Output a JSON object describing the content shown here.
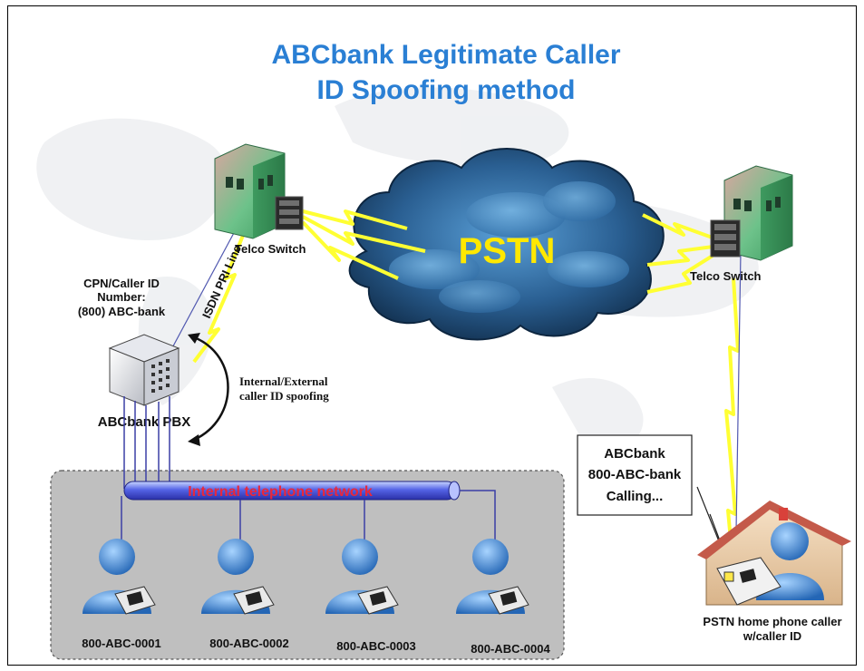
{
  "title_line1": "ABCbank Legitimate Caller",
  "title_line2": "ID Spoofing method",
  "cloud_label": "PSTN",
  "telco_left_label": "Telco Switch",
  "telco_right_label": "Telco Switch",
  "isdn_label": "ISDN PRI Line",
  "cpn_line1": "CPN/Caller ID",
  "cpn_line2": "Number:",
  "cpn_line3": "(800) ABC-bank",
  "pbx_label": "ABCbank PBX",
  "spoof_line1": "Internal/External",
  "spoof_line2": "caller ID spoofing",
  "network_label": "Internal telephone network",
  "extensions": [
    "800-ABC-0001",
    "800-ABC-0002",
    "800-ABC-0003",
    "800-ABC-0004"
  ],
  "callout_line1": "ABCbank",
  "callout_line2": "800-ABC-bank",
  "callout_line3": "Calling...",
  "home_line1": "PSTN home phone caller",
  "home_line2": "w/caller ID",
  "colors": {
    "title": "#2a7fd4",
    "pstn_text": "#ffe800",
    "pipe_text": "#e8283c",
    "lightning": "#ffff33",
    "building": "#5fbf7a",
    "person": "#3b7dc8"
  }
}
